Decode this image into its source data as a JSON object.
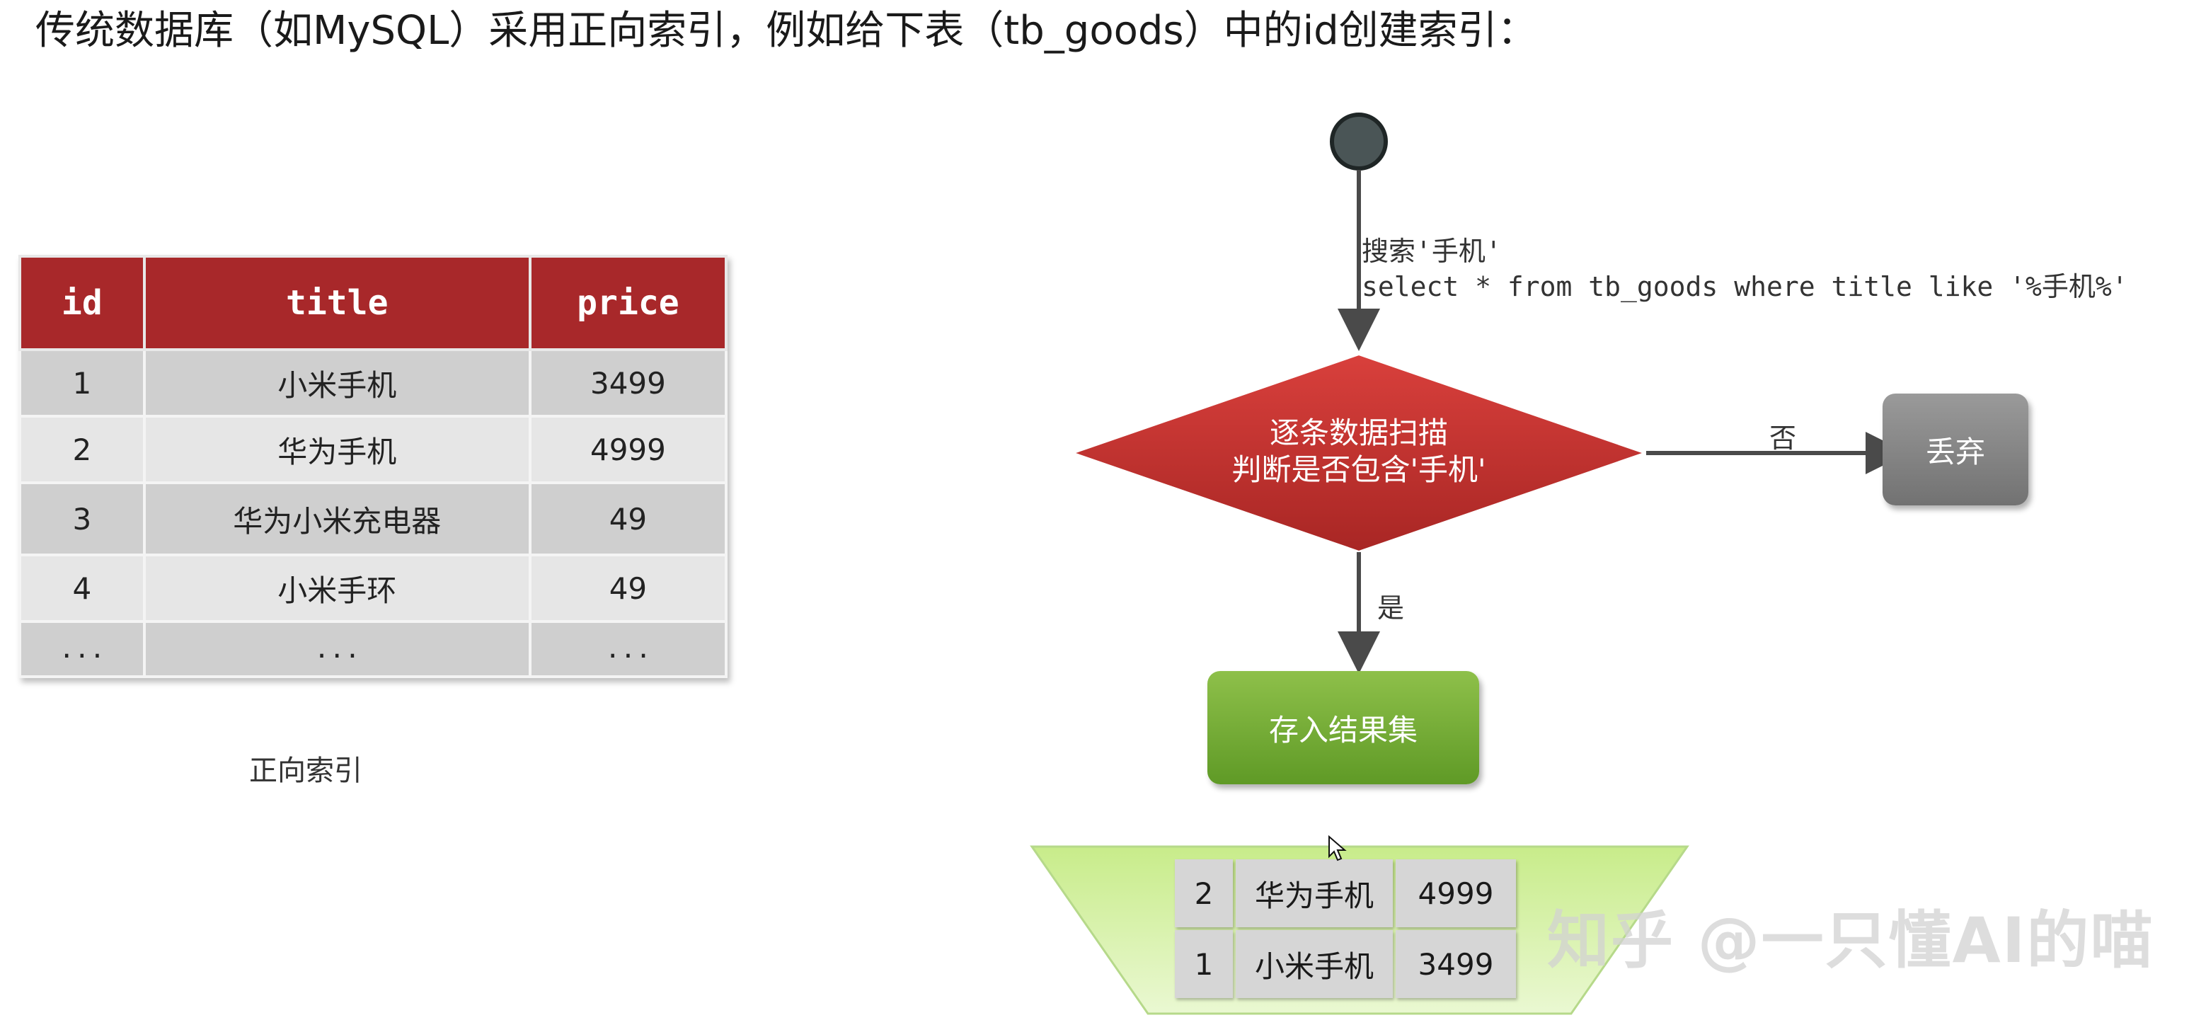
{
  "heading": "传统数据库（如MySQL）采用正向索引，例如给下表（tb_goods）中的id创建索引：",
  "goods_table": {
    "headers": [
      "id",
      "title",
      "price"
    ],
    "rows": [
      [
        "1",
        "小米手机",
        "3499"
      ],
      [
        "2",
        "华为手机",
        "4999"
      ],
      [
        "3",
        "华为小米充电器",
        "49"
      ],
      [
        "4",
        "小米手环",
        "49"
      ],
      [
        "...",
        "...",
        "..."
      ]
    ]
  },
  "caption": "正向索引",
  "flow": {
    "query_line1": "搜索'手机'",
    "query_line2": "select * from tb_goods where title like '%手机%'",
    "decision_line1": "逐条数据扫描",
    "decision_line2": "判断是否包含'手机'",
    "no_label": "否",
    "yes_label": "是",
    "discard_label": "丢弃",
    "store_label": "存入结果集",
    "colors": {
      "start": "#4a5556",
      "decision": "#c0302e",
      "discard": "#808080",
      "store": "#76ad36",
      "funnel": "#d6f0a8"
    }
  },
  "result_table": {
    "rows": [
      [
        "2",
        "华为手机",
        "4999"
      ],
      [
        "1",
        "小米手机",
        "3499"
      ]
    ]
  },
  "watermark": "知乎 @一只懂AI的喵"
}
